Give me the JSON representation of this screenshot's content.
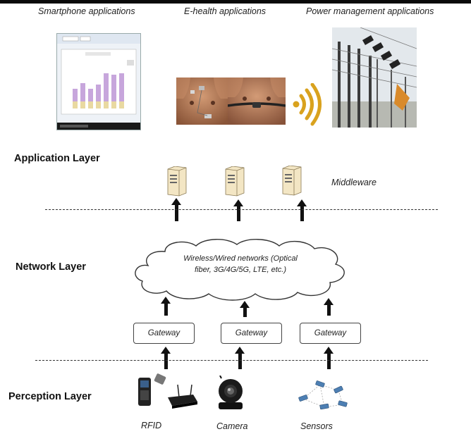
{
  "top_labels": {
    "smartphone": "Smartphone applications",
    "ehealth": "E-health applications",
    "power": "Power management applications"
  },
  "layers": {
    "application": "Application Layer",
    "network": "Network Layer",
    "perception": "Perception Layer"
  },
  "middleware": "Middleware",
  "cloud": {
    "line1": "Wireless/Wired networks (Optical",
    "line2": "fiber, 3G/4G/5G, LTE, etc.)"
  },
  "gateways": [
    "Gateway",
    "Gateway",
    "Gateway"
  ],
  "devices": {
    "rfid": "RFID",
    "camera": "Camera",
    "sensors": "Sensors"
  },
  "colors": {
    "bar_purple": "#c7a6dc",
    "bar_yellow": "#e9d9a1",
    "signal": "#d9a21e",
    "skin": "#b97854"
  }
}
